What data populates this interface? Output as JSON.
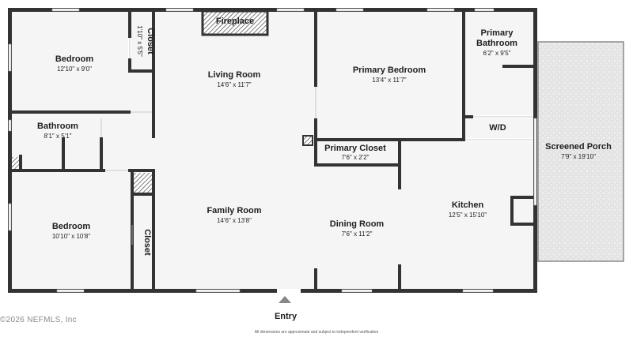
{
  "rooms": {
    "bedroom_top": {
      "name": "Bedroom",
      "dims": "12'10\" x 9'0\""
    },
    "closet_top": {
      "name": "Closet",
      "dims": "1'10\" x 5'5\""
    },
    "fireplace": {
      "name": "Fireplace"
    },
    "living_room": {
      "name": "Living Room",
      "dims": "14'6\" x 11'7\""
    },
    "primary_bedroom": {
      "name": "Primary Bedroom",
      "dims": "13'4\" x 11'7\""
    },
    "primary_bathroom": {
      "name_line1": "Primary",
      "name_line2": "Bathroom",
      "dims": "6'2\" x 9'5\""
    },
    "wd": {
      "name": "W/D"
    },
    "bathroom": {
      "name": "Bathroom",
      "dims": "8'1\" x 5'1\""
    },
    "primary_closet": {
      "name": "Primary Closet",
      "dims": "7'6\" x 2'2\""
    },
    "screened_porch": {
      "name": "Screened Porch",
      "dims": "7'9\" x 19'10\""
    },
    "kitchen": {
      "name": "Kitchen",
      "dims": "12'5\" x 15'10\""
    },
    "bedroom_bottom": {
      "name": "Bedroom",
      "dims": "10'10\" x 10'8\""
    },
    "closet_bottom": {
      "name": "Closet"
    },
    "family_room": {
      "name": "Family Room",
      "dims": "14'6\" x 13'8\""
    },
    "dining_room": {
      "name": "Dining Room",
      "dims": "7'6\" x 11'2\""
    }
  },
  "entry": "Entry",
  "footer": {
    "copyright": "©2026 NEFMLS, Inc",
    "note": "All dimensions are approximate and subject to independent verification"
  },
  "colors": {
    "wall": "#333333",
    "floor": "#f5f5f5",
    "porch": "#e9e9e9",
    "hatch": "#444444"
  }
}
